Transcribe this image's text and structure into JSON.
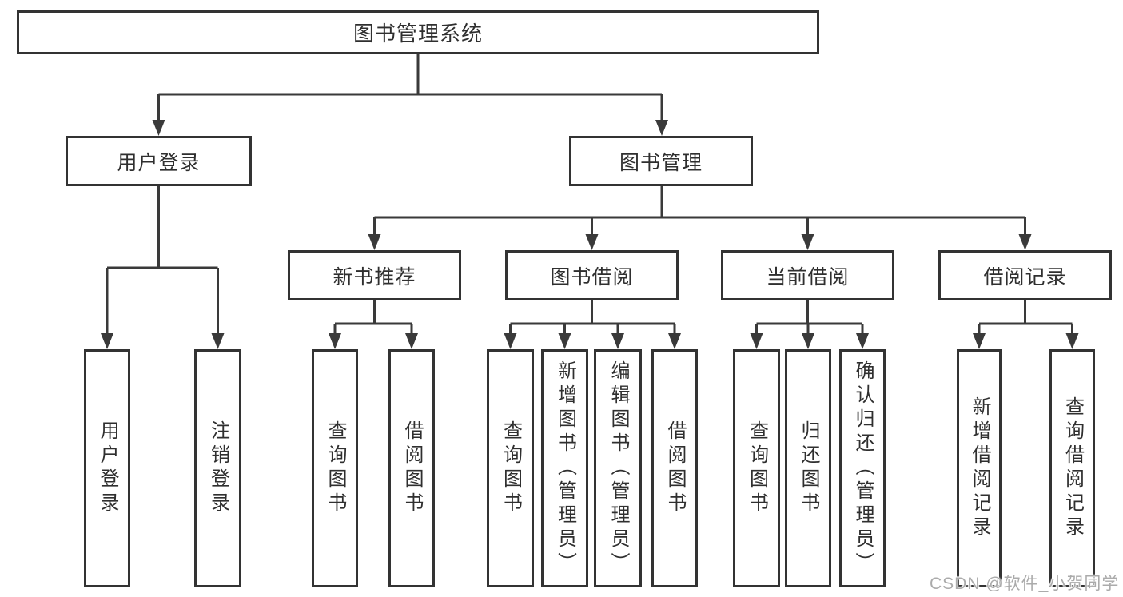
{
  "diagram": {
    "root": {
      "label": "图书管理系统"
    },
    "level1": {
      "user_login": {
        "label": "用户登录"
      },
      "book_mgmt": {
        "label": "图书管理"
      }
    },
    "level2": {
      "new_book_rec": {
        "label": "新书推荐"
      },
      "book_borrow": {
        "label": "图书借阅"
      },
      "current_borrow": {
        "label": "当前借阅"
      },
      "borrow_records": {
        "label": "借阅记录"
      }
    },
    "leaves": {
      "user_login": {
        "label": "用户登录"
      },
      "logout": {
        "label": "注销登录"
      },
      "rec_query_books": {
        "label": "查询图书"
      },
      "rec_borrow_books": {
        "label": "借阅图书"
      },
      "bb_query_books": {
        "label": "查询图书"
      },
      "bb_add_books": {
        "label": "新增图书（管理员）"
      },
      "bb_edit_books": {
        "label": "编辑图书（管理员）"
      },
      "bb_borrow_books": {
        "label": "借阅图书"
      },
      "cb_query_books": {
        "label": "查询图书"
      },
      "cb_return_books": {
        "label": "归还图书"
      },
      "cb_confirm_return": {
        "label": "确认归还（管理员）"
      },
      "br_add_record": {
        "label": "新增借阅记录"
      },
      "br_query_record": {
        "label": "查询借阅记录"
      }
    },
    "watermark": "CSDN @软件_小贺同学",
    "colors": {
      "line": "#3a3a3a",
      "border": "#333333",
      "text": "#2f2f2f",
      "background": "#ffffff",
      "watermark": "#ababab"
    }
  }
}
